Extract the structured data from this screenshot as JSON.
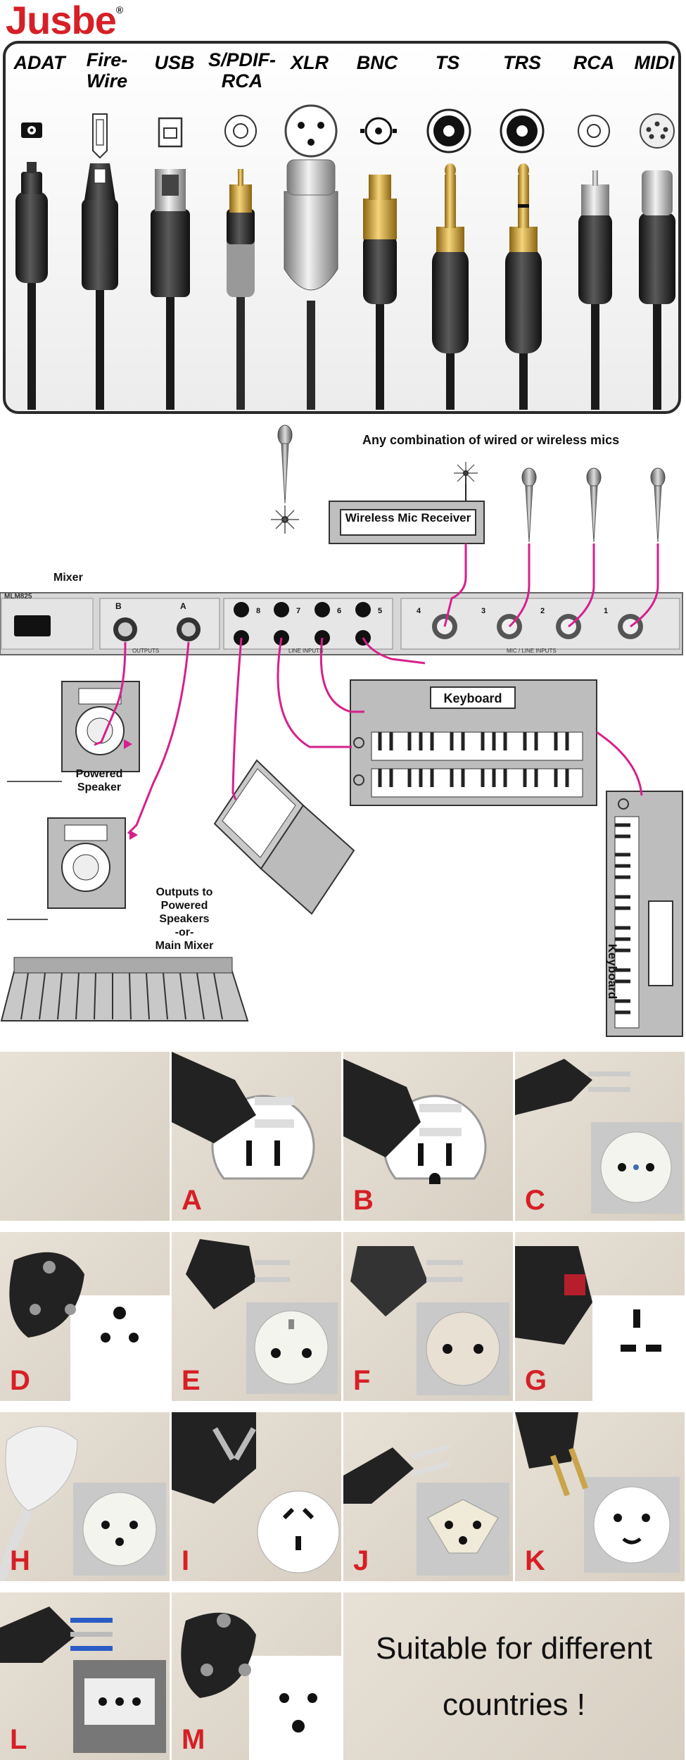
{
  "brand": {
    "name": "Jusbe",
    "mark": "®"
  },
  "connectors": [
    {
      "label": "ADAT"
    },
    {
      "label": "Fire-\nWire"
    },
    {
      "label": "USB"
    },
    {
      "label": "S/PDIF-\nRCA"
    },
    {
      "label": "XLR"
    },
    {
      "label": "BNC"
    },
    {
      "label": "TS"
    },
    {
      "label": "TRS"
    },
    {
      "label": "RCA"
    },
    {
      "label": "MIDI"
    }
  ],
  "diagram": {
    "mics_caption": "Any combination of wired or wireless mics",
    "wireless_receiver_label": "Wireless Mic Receiver",
    "mixer_label": "Mixer",
    "mixer_model": "MLM825",
    "outputs_label": "OUTPUTS",
    "line_inputs_label": "LINE INPUTS",
    "mic_line_inputs_label": "MIC / LINE INPUTS",
    "output_channels": [
      "B",
      "A"
    ],
    "line_channels": [
      "8",
      "7",
      "6",
      "5"
    ],
    "mic_channels": [
      "4",
      "3",
      "2",
      "1"
    ],
    "keyboard_label": "Keyboard",
    "keyboard2_label": "Keyboard",
    "powered_speaker_label": "Powered\nSpeaker",
    "outputs_caption": "Outputs to\nPowered\nSpeakers\n-or-\nMain Mixer"
  },
  "plugs": [
    {
      "letter": ""
    },
    {
      "letter": "A"
    },
    {
      "letter": "B"
    },
    {
      "letter": "C"
    },
    {
      "letter": "D"
    },
    {
      "letter": "E"
    },
    {
      "letter": "F"
    },
    {
      "letter": "G"
    },
    {
      "letter": "H"
    },
    {
      "letter": "I"
    },
    {
      "letter": "J"
    },
    {
      "letter": "K"
    },
    {
      "letter": "L"
    },
    {
      "letter": "M"
    }
  ],
  "suitable_text": "Suitable for different\ncountries !",
  "colors": {
    "brand_red": "#d61f26",
    "cable_pink": "#d6208c",
    "panel_beige": "#e2dbcf",
    "letter_red": "#d61f26"
  }
}
